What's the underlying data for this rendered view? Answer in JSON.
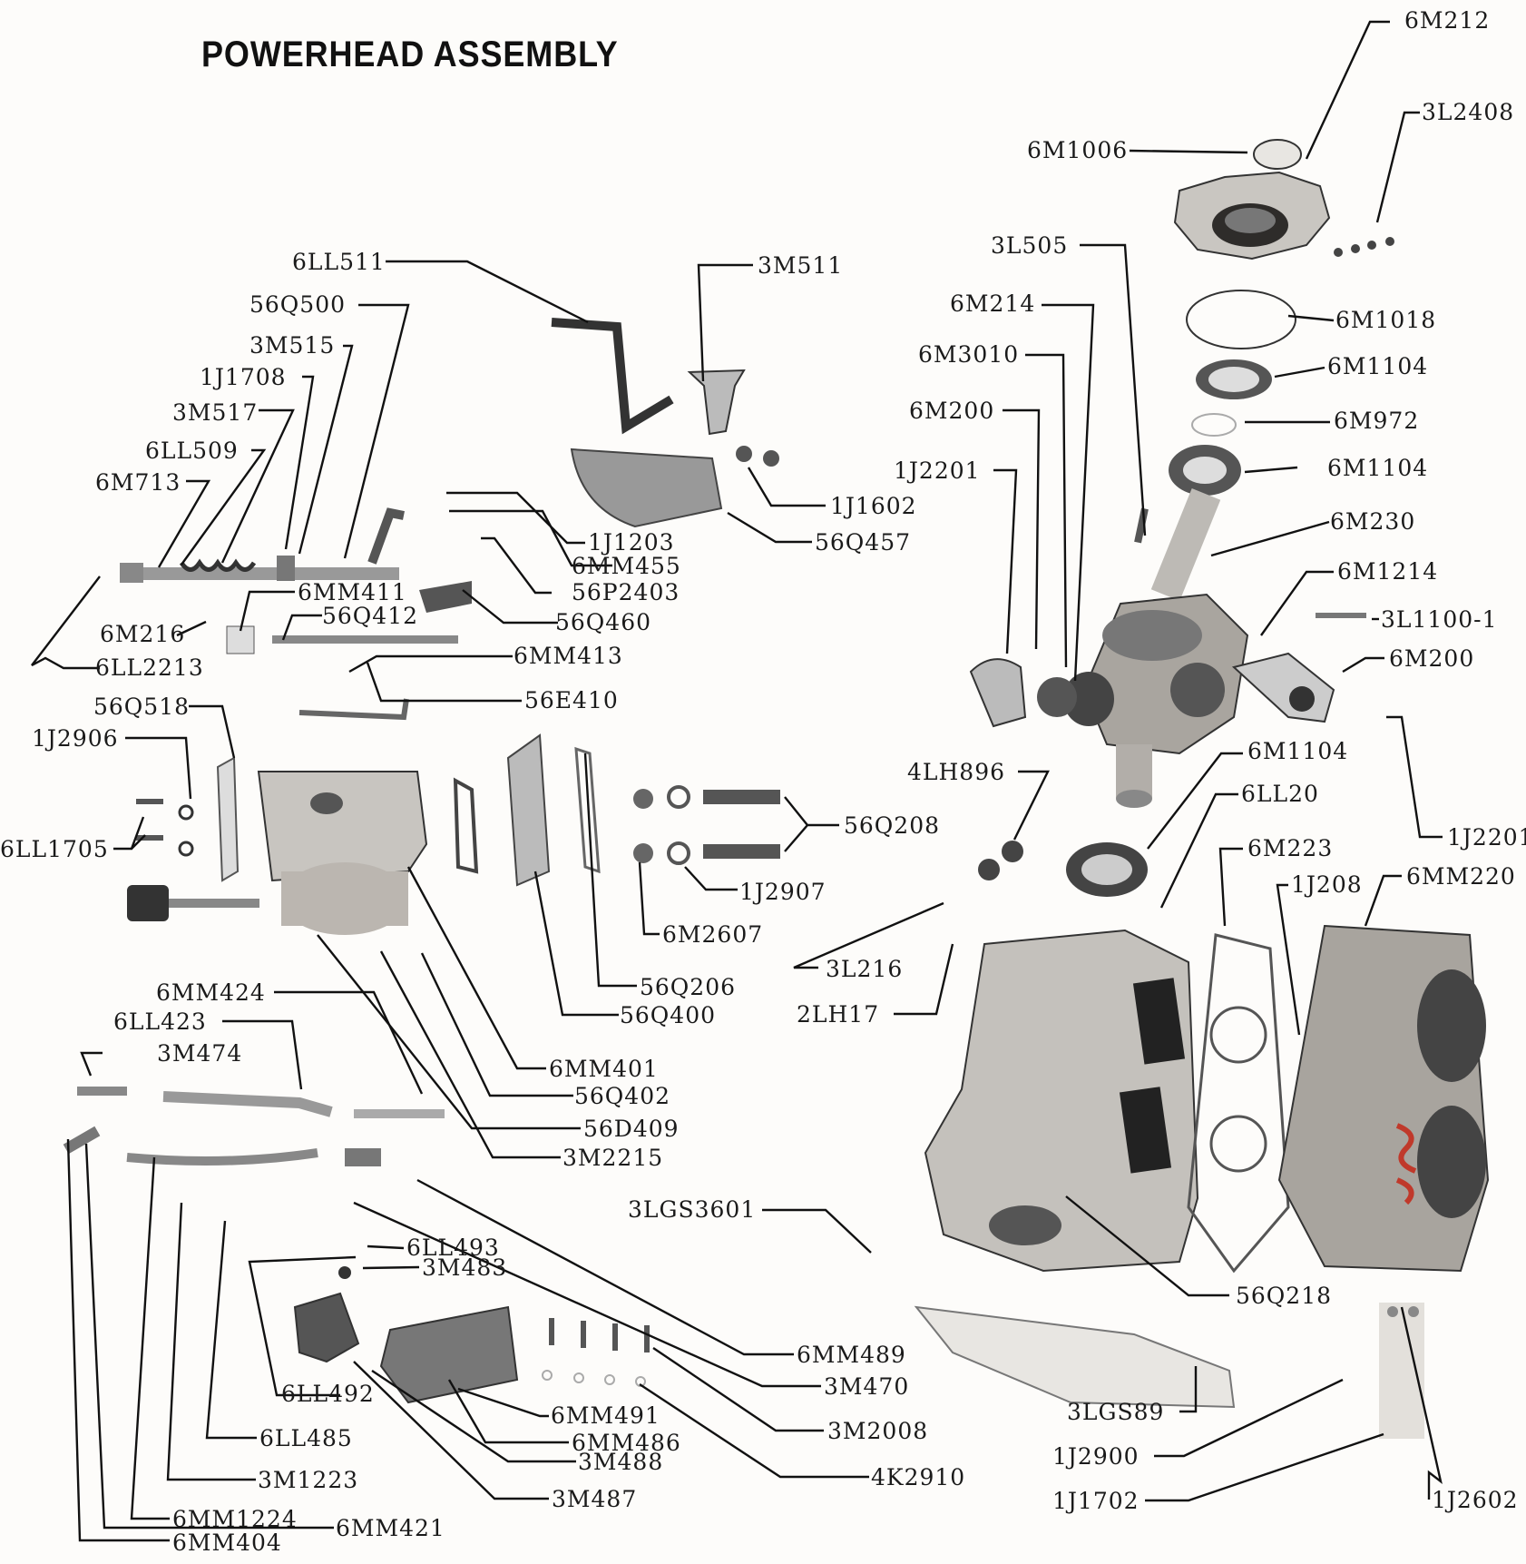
{
  "title": "POWERHEAD ASSEMBLY",
  "labels": {
    "6M212": "6M212",
    "3L2408": "3L2408",
    "6M1006": "6M1006",
    "3L505": "3L505",
    "6M1018": "6M1018",
    "6M214": "6M214",
    "6M1104a": "6M1104",
    "6M3010": "6M3010",
    "6M972": "6M972",
    "6M200a": "6M200",
    "6M1104b": "6M1104",
    "1J2201a": "1J2201",
    "6M230": "6M230",
    "6M1214": "6M1214",
    "3L1100": "3L1100-1",
    "6M200b": "6M200",
    "6M1104c": "6M1104",
    "4LH896": "4LH896",
    "6LL20": "6LL20",
    "1J2201b": "1J2201",
    "6M223": "6M223",
    "1J208": "1J208",
    "6MM220": "6MM220",
    "3L216": "3L216",
    "2LH17": "2LH17",
    "3LGS3601": "3LGS3601",
    "56Q218": "56Q218",
    "3LGS89": "3LGS89",
    "1J2900": "1J2900",
    "1J1702": "1J1702",
    "1J2602": "1J2602",
    "6LL511": "6LL511",
    "3M511": "3M511",
    "56Q500": "56Q500",
    "3M515": "3M515",
    "1J1708": "1J1708",
    "3M517": "3M517",
    "6LL509": "6LL509",
    "6M713": "6M713",
    "1J1602": "1J1602",
    "56Q457": "56Q457",
    "1J1203": "1J1203",
    "6MM455": "6MM455",
    "56P2403": "56P2403",
    "6MM411": "6MM411",
    "56Q412": "56Q412",
    "56Q460": "56Q460",
    "6M216": "6M216",
    "6LL2213": "6LL2213",
    "6MM413": "6MM413",
    "56E410": "56E410",
    "56Q518": "56Q518",
    "1J2906": "1J2906",
    "6LL1705": "6LL1705",
    "56Q208": "56Q208",
    "1J2907": "1J2907",
    "6M2607": "6M2607",
    "56Q206": "56Q206",
    "56Q400": "56Q400",
    "6MM424": "6MM424",
    "6LL423": "6LL423",
    "3M474": "3M474",
    "6MM401": "6MM401",
    "56Q402": "56Q402",
    "56D409": "56D409",
    "3M2215": "3M2215",
    "6LL493": "6LL493",
    "3M483": "3M483",
    "6MM489": "6MM489",
    "3M470": "3M470",
    "6LL492": "6LL492",
    "6MM491": "6MM491",
    "3M2008": "3M2008",
    "6LL485": "6LL485",
    "6MM486": "6MM486",
    "3M488": "3M488",
    "3M1223": "3M1223",
    "4K2910": "4K2910",
    "3M487": "3M487",
    "6MM1224": "6MM1224",
    "6MM421": "6MM421",
    "6MM404": "6MM404"
  }
}
